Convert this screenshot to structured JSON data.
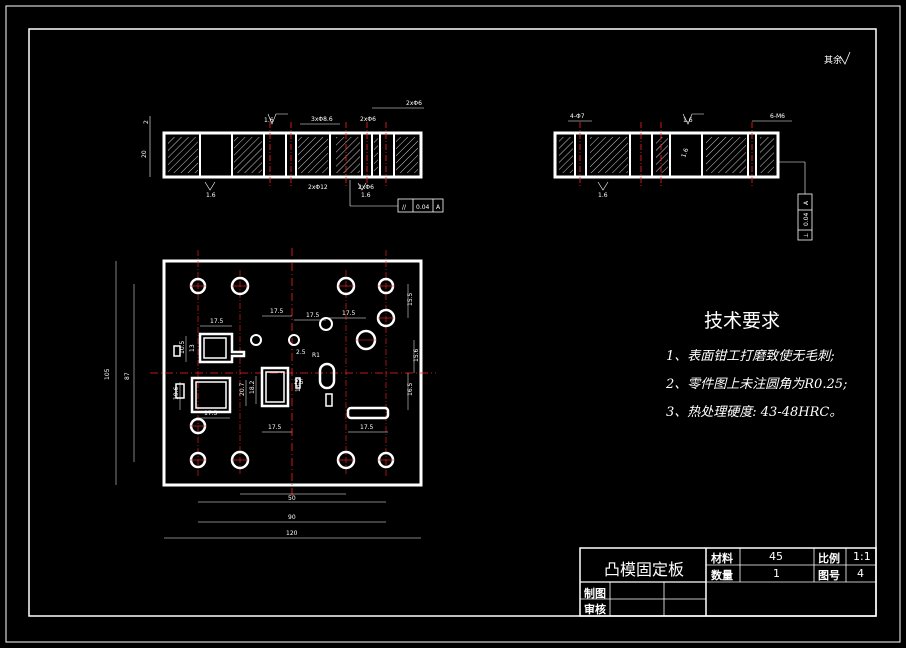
{
  "corner_roughness": "其余",
  "tech_requirements": {
    "title": "技术要求",
    "items": [
      "1、表面钳工打磨致使无毛刺;",
      "2、零件图上未注圆角为R0.25;",
      "3、热处理硬度: 43-48HRC。"
    ]
  },
  "title_block": {
    "part_name": "凸模固定板",
    "material_label": "材料",
    "material_value": "45",
    "quantity_label": "数量",
    "quantity_value": "1",
    "scale_label": "比例",
    "scale_value": "1:1",
    "drawing_no_label": "图号",
    "drawing_no_value": "4",
    "drafter_label": "制图",
    "checker_label": "审核"
  },
  "dimensions": {
    "front_left": [
      "2",
      "20",
      "1.6",
      "3xΦ8.6",
      "2xΦ6",
      "2xΦ6",
      "2xΦ12",
      "1.6",
      "2xΦ6"
    ],
    "front_right": [
      "4-Φ7",
      "1.6",
      "6-M6",
      "1.6",
      "1.6"
    ],
    "tol_parallel": [
      "//",
      "0.04",
      "A"
    ],
    "tol_perp": [
      "⊥",
      "0.04",
      "A"
    ],
    "plan_top": [
      "17.5",
      "17.5",
      "17.5",
      "17.5",
      "12.5",
      "R1",
      "2.5"
    ],
    "plan_left": [
      "105",
      "87",
      "13",
      "10.5",
      "19.6",
      "17.5"
    ],
    "plan_mid": [
      "20.7",
      "18.2",
      "17.5",
      "17.5",
      "13.5"
    ],
    "plan_right": [
      "15.5",
      "15.6",
      "16.5"
    ],
    "plan_bottom": [
      "50",
      "90",
      "120"
    ]
  },
  "colors": {
    "background": "#000000",
    "lines": "#ffffff",
    "center_lines": "#ff2020"
  }
}
